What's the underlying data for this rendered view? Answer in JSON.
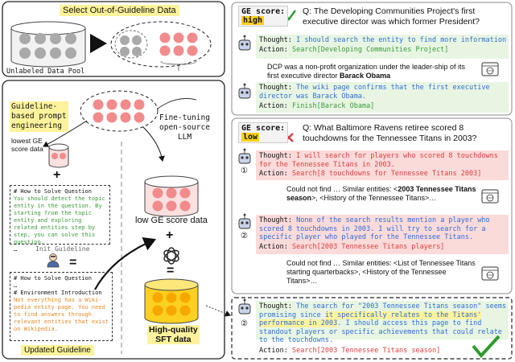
{
  "left": {
    "select_title": "Select Out-of-Guideline Data",
    "pool_label": "Unlabeled Data Pool",
    "gb_label": "Guideline-\nbased prompt\nengineering",
    "ft_label": "Fine-tuning\nopen-source\nLLM",
    "lowest_label": "lowest GE\nscore data",
    "low_label": "low GE score data",
    "plus": "+",
    "equals": "=",
    "init_note": {
      "heading": "# How to Solve Question",
      "body": "You should detect the topic entity in the question. By starting from the topic entity and exploring related entities step by step, you can solve this question.",
      "dots": "…"
    },
    "init_label": "Init Guideline",
    "upd_note": {
      "heading": "# How to Solve Question",
      "dots": "…",
      "env_heading": "# Environment Introduction",
      "body": "Not everything has a Wiki-pedia entity page. You need to find answers through relevant entities that exist on Wikipedia."
    },
    "updated_label": "Updated Guideline",
    "hq_label": "High-quality\nSFT data"
  },
  "right": {
    "ex1": {
      "ge_label": "GE score:",
      "ge_value": "high",
      "q_prefix": "Q:",
      "question": "The Developing Communities Project's first executive director was which former President?",
      "t1_label": "Thought:",
      "t1": "I should search the entity to find more information",
      "a1_label": "Action:",
      "a1": "Search[Developing Communities Project]",
      "obs1": "DCP was a non-profit organization under the leader-ship of its first executive director",
      "obs1_bold": "Barack Obama",
      "t2_label": "Thought:",
      "t2": "The wiki page confirms that the first executive director was Barack Obama.",
      "a2_label": "Action:",
      "a2": "Finish[Barack Obama]"
    },
    "ex2": {
      "ge_label": "GE score:",
      "ge_value": "low",
      "q_prefix": "Q:",
      "question": "What Baltimore Ravens retiree scored 8 touchdowns for the Tennessee Titans in 2003?",
      "step1": "①",
      "t1_label": "Thought:",
      "t1": "I will search for players who scored 8 touchdowns for the Tennessee Titans in 2003.",
      "a1_label": "Action:",
      "a1": "Search[8 touchdowns for Tennessee Titans 2003]",
      "obs1_pre": "Could not find … Similar entities: <",
      "obs1_bold": "2003 Tennessee Titans season",
      "obs1_post": ">, <History of the Tennessee Titans>…",
      "step2": "②",
      "t2_label": "Thought:",
      "t2": "None of the search results mention a player who scored 8 touchdowns in 2003. I will try to search for a specific player who played for the Tennessee Titans.",
      "a2_label": "Action:",
      "a2": "Search[2003 Tennessee Titans players]",
      "obs2": "Could not find … Similar entities: <List of Tennessee Titans starting quarterbacks>, <History of the Tennessee Titans>…"
    },
    "ex3": {
      "step": "②",
      "t_label": "Thought:",
      "t_pre": "The search for \"2003 Tennessee Titans season\" seems promising since ",
      "t_highlight": "it specifically relates to the Titans' performance in 2003",
      "t_post": ". I should access this page to find standout players or specific achievements that could relate to the touchdowns.",
      "a_label": "Action:",
      "a": "Search[2003 Tennessee Titans season]"
    }
  },
  "colors": {
    "pink": "#f28b8b",
    "pink_light": "#fbd3d3",
    "grey": "#a9a9a9",
    "yellow": "#fbd020",
    "highlight": "#fdf39c",
    "blue_text": "#2d6fd6",
    "red_text": "#d8413e",
    "green_bg": "#e8f5e3",
    "red_bg": "#fbdada"
  }
}
